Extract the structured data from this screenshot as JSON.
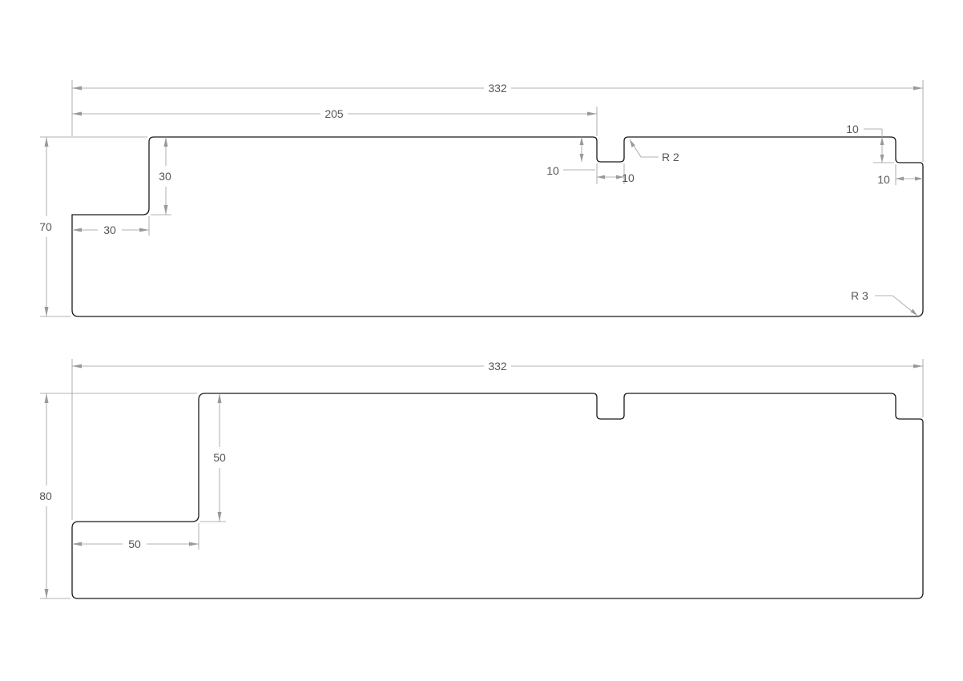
{
  "top_part": {
    "overall_length": "332",
    "notch_position": "205",
    "overall_height": "70",
    "step_height": "30",
    "step_width": "30",
    "notch_depth": "10",
    "notch_width": "10",
    "end_step_height": "10",
    "end_step_width": "10",
    "notch_radius": "R 2",
    "corner_radius": "R 3"
  },
  "bottom_part": {
    "overall_length": "332",
    "overall_height": "80",
    "step_height": "50",
    "step_width": "50"
  }
}
